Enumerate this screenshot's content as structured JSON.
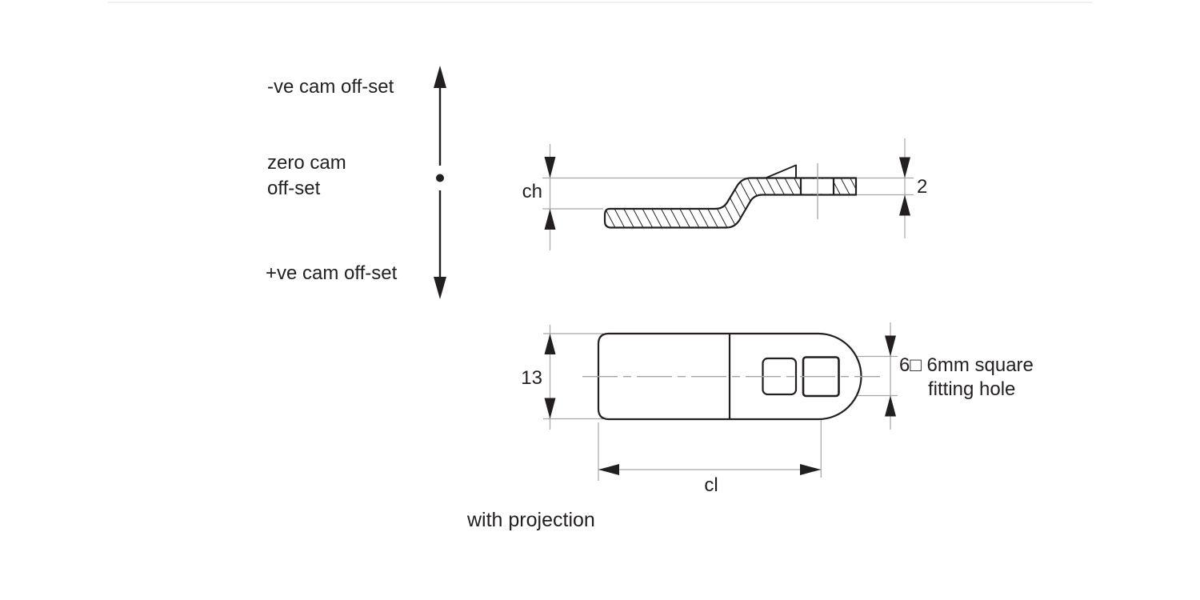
{
  "colors": {
    "line": "#231f20",
    "dim_line": "#a4a6a9",
    "page_border": "#f0f0f2",
    "background": "#ffffff"
  },
  "offset_indicator": {
    "negative_label": "-ve cam off-set",
    "zero_label_line1": "zero cam",
    "zero_label_line2": "off-set",
    "positive_label": "+ve cam off-set"
  },
  "side_view": {
    "cam_height_label": "ch",
    "thickness_value": "2"
  },
  "plan_view": {
    "width_value": "13",
    "length_label": "cl",
    "hole_note_line1": "6□ 6mm square",
    "hole_note_line2": "fitting hole"
  },
  "caption": "with projection"
}
